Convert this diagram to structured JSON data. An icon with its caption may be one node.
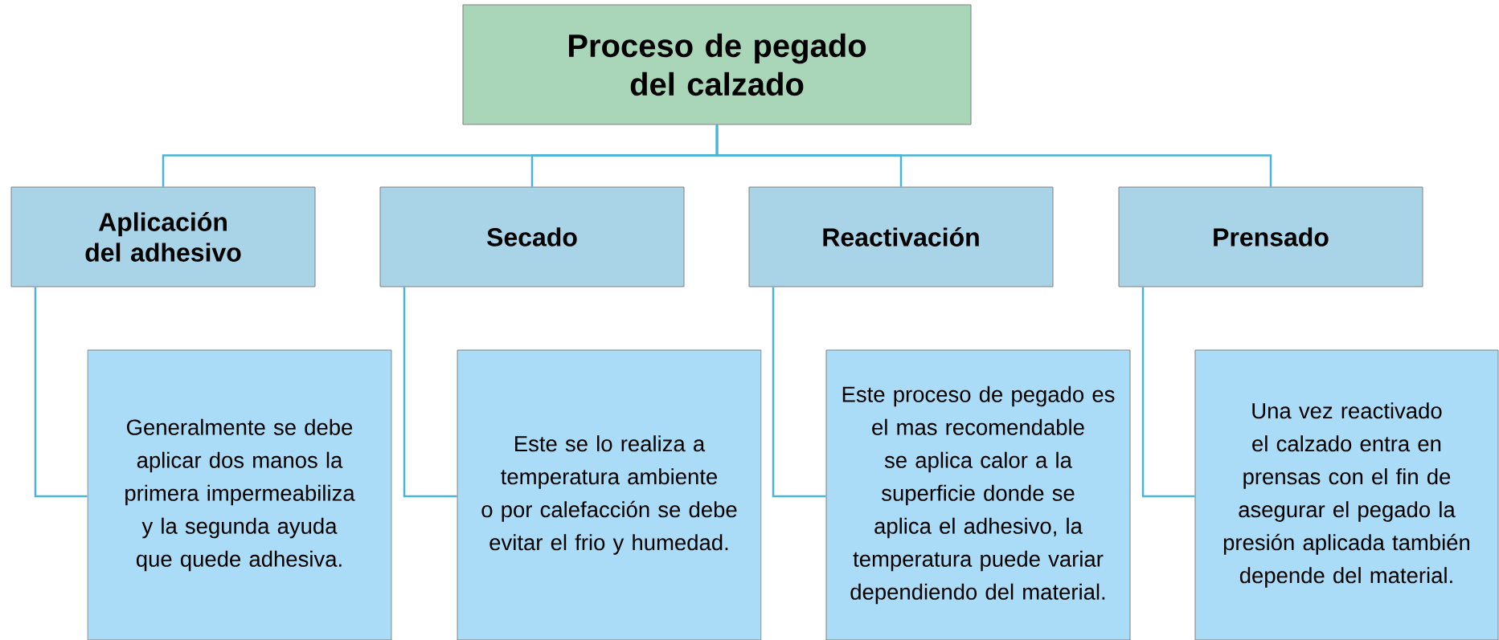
{
  "diagram": {
    "nodes": [
      {
        "text": [
          "Proceso de pegado del calzado"
        ]
      },
      {
        "text": [
          "Aplicación del adhesivo"
        ]
      },
      {
        "text": [
          "Secado"
        ]
      },
      {
        "text": [
          "Reactivación"
        ]
      },
      {
        "text": [
          "Prensado"
        ]
      },
      {
        "text": [
          "Generalmente se debe aplicar dos manos la primera impermeabiliza y la segunda ayuda que quede adhesiva."
        ]
      },
      {
        "text": [
          "Este se lo realiza a temperatura ambiente o por calefacción se debe evitar el frio y humedad."
        ]
      },
      {
        "text": [
          "Este proceso de pegado es el mas recomendable se aplica calor a la superficie donde se aplica el adhesivo, la temperatura puede variar dependiendo del material."
        ]
      },
      {
        "text": [
          "Una vez reactivado el calzado entra en prensas con el fin de asegurar el pegado la presión aplicada también depende del material."
        ]
      }
    ],
    "edges": [
      {
        "from": 0,
        "to": 1,
        "arrow": "none"
      },
      {
        "from": 0,
        "to": 2,
        "arrow": "none"
      },
      {
        "from": 0,
        "to": 3,
        "arrow": "none"
      },
      {
        "from": 0,
        "to": 4,
        "arrow": "none"
      },
      {
        "from": 1,
        "to": 5,
        "arrow": "none"
      },
      {
        "from": 2,
        "to": 6,
        "arrow": "none"
      },
      {
        "from": 3,
        "to": 7,
        "arrow": "none"
      },
      {
        "from": 4,
        "to": 8,
        "arrow": "none"
      }
    ]
  }
}
